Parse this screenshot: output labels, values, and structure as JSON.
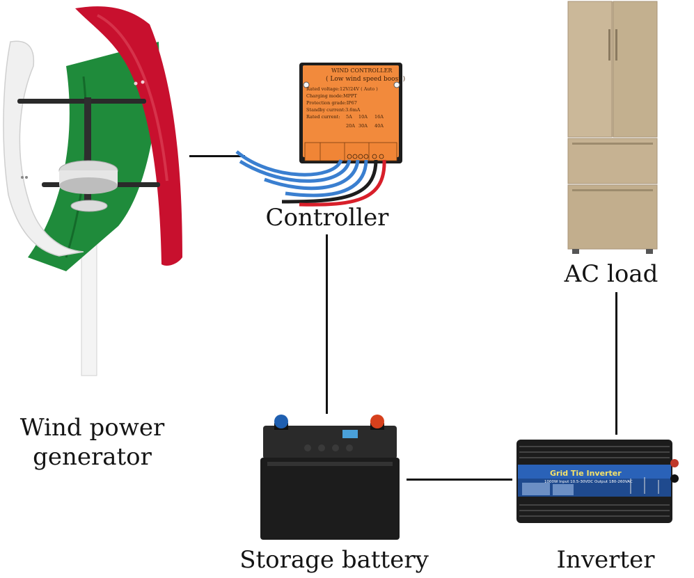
{
  "labels": {
    "wind_generator_line1": "Wind power",
    "wind_generator_line2": "generator",
    "controller": "Controller",
    "ac_load": "AC load",
    "storage_battery": "Storage battery",
    "inverter": "Inverter"
  },
  "controller_panel": {
    "title": "WIND CONTROLLER",
    "subtitle": "( Low wind speed boost )",
    "spec_voltage": "Rated voltage:12V/24V ( Auto )",
    "spec_mode": "Charging mode:MPPT",
    "spec_protection": "Protection grade:IP67",
    "spec_standby": "Standby current:3.6mA",
    "spec_current": "Rated current:",
    "current_options_row1": [
      "5A",
      "10A",
      "16A"
    ],
    "current_options_row2": [
      "20A",
      "30A",
      "40A"
    ]
  },
  "inverter_panel": {
    "title": "Grid Tie Inverter",
    "spec": "1000W  Input 10.5-30VDC Output 180-260VAC"
  },
  "colors": {
    "controller_orange": "#f28a3c",
    "turbine_red": "#c8102e",
    "turbine_green": "#1e8a3a",
    "turbine_white": "#f2f2f2",
    "fridge_champagne": "#c9b596",
    "battery_black": "#1c1c1c",
    "terminal_blue": "#1f5fb0",
    "terminal_red": "#d6401c",
    "inverter_blue": "#2a62b8",
    "wire_blue": "#3a7fd0",
    "wire_red": "#d81f2a"
  },
  "icons": {
    "wind_turbine": "vertical-axis-wind-turbine-icon",
    "controller": "charge-controller-icon",
    "refrigerator": "refrigerator-icon",
    "battery": "car-battery-icon",
    "inverter": "grid-tie-inverter-icon"
  }
}
